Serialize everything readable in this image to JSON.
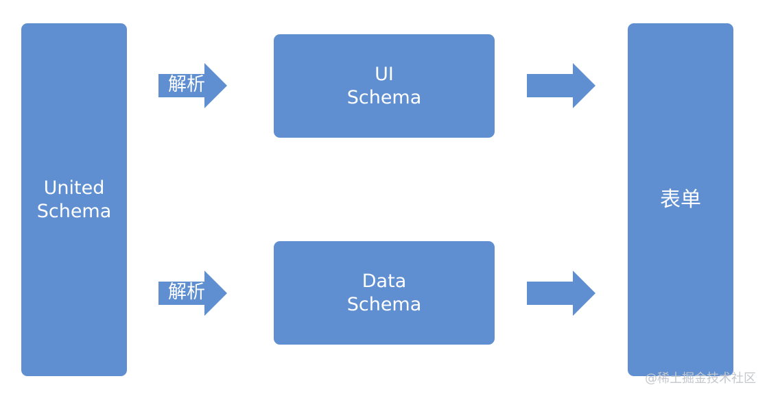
{
  "nodes": {
    "united": {
      "lines": [
        "United",
        "Schema"
      ]
    },
    "ui_schema": {
      "lines": [
        "UI",
        "Schema"
      ]
    },
    "data_schema": {
      "lines": [
        "Data",
        "Schema"
      ]
    },
    "form": {
      "lines": [
        "表单"
      ]
    }
  },
  "arrows": {
    "parse_top": {
      "label": "解析"
    },
    "parse_bottom": {
      "label": "解析"
    }
  },
  "watermark": "@稀土掘金技术社区",
  "colors": {
    "node_fill": "#5f8fd0",
    "text": "#ffffff",
    "watermark": "#c4c7cc"
  }
}
